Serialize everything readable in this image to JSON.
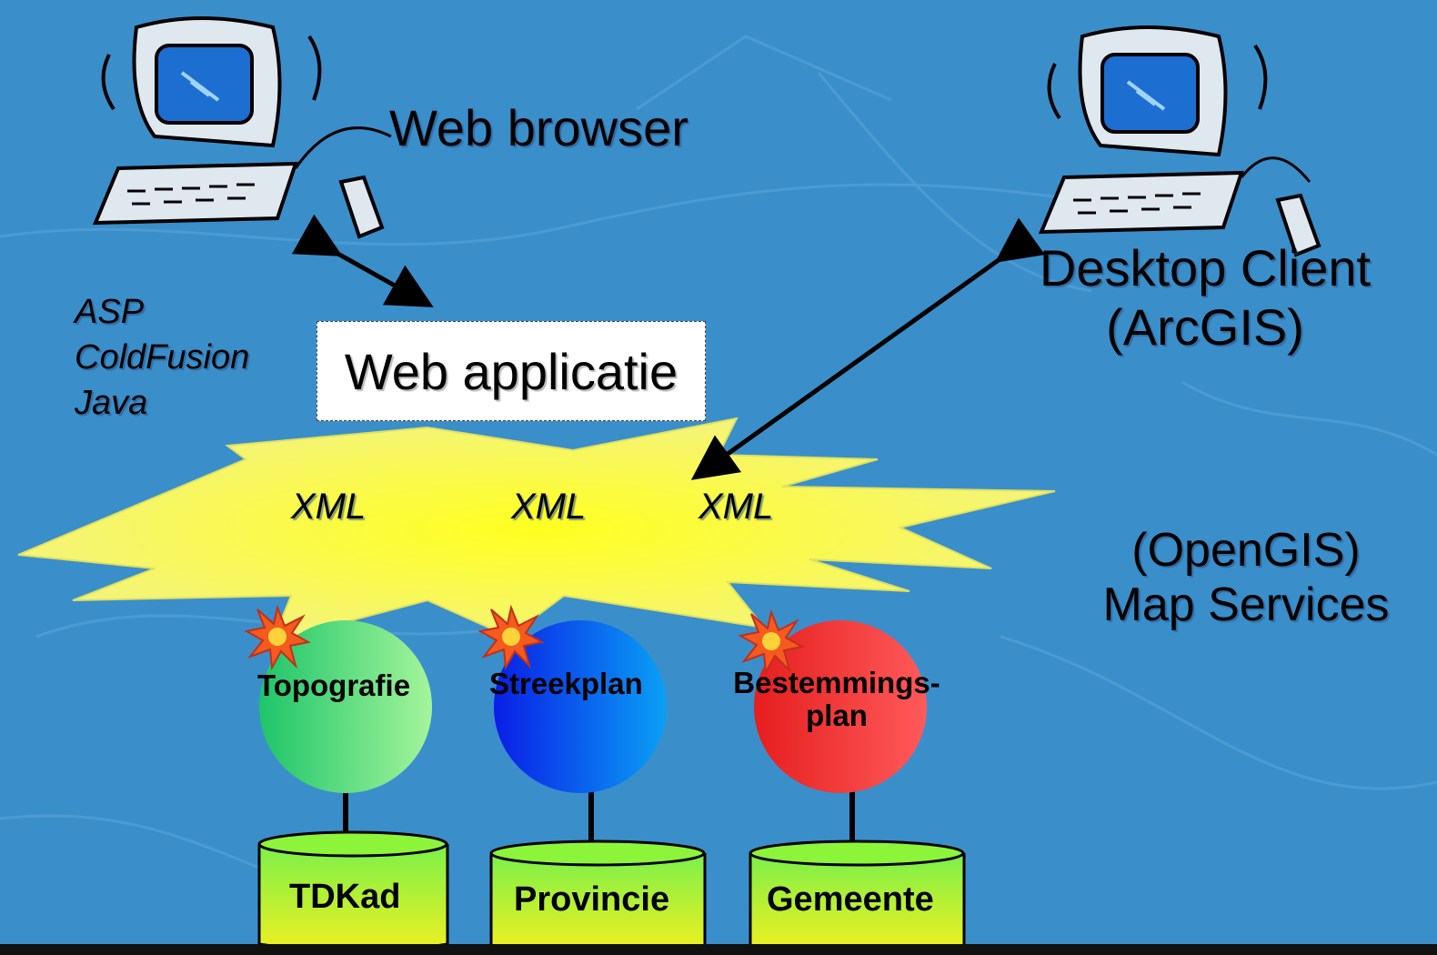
{
  "labels": {
    "web_browser": "Web browser",
    "web_app": "Web applicatie",
    "desktop_client_line1": "Desktop Client",
    "desktop_client_line2": "(ArcGIS)",
    "opengis_line1": "(OpenGIS)",
    "opengis_line2": "Map Services",
    "tech": [
      "ASP",
      "ColdFusion",
      "Java"
    ],
    "xml": [
      "XML",
      "XML",
      "XML"
    ]
  },
  "services": [
    {
      "name": "Topografie",
      "color": "#5fd98a"
    },
    {
      "name": "Streekplan",
      "color": "#0a3cff"
    },
    {
      "name_line1": "Bestemmings-",
      "name_line2": "plan",
      "color": "#f02a2a"
    }
  ],
  "databases": [
    "TDKad",
    "Provincie",
    "Gemeente"
  ],
  "colors": {
    "background": "#3a8fcb",
    "burst": "#f5f545",
    "db_top": "#8cf53a",
    "db_bottom": "#d8f020"
  },
  "icons": [
    "computer-icon",
    "computer-icon",
    "explosion-icon"
  ]
}
